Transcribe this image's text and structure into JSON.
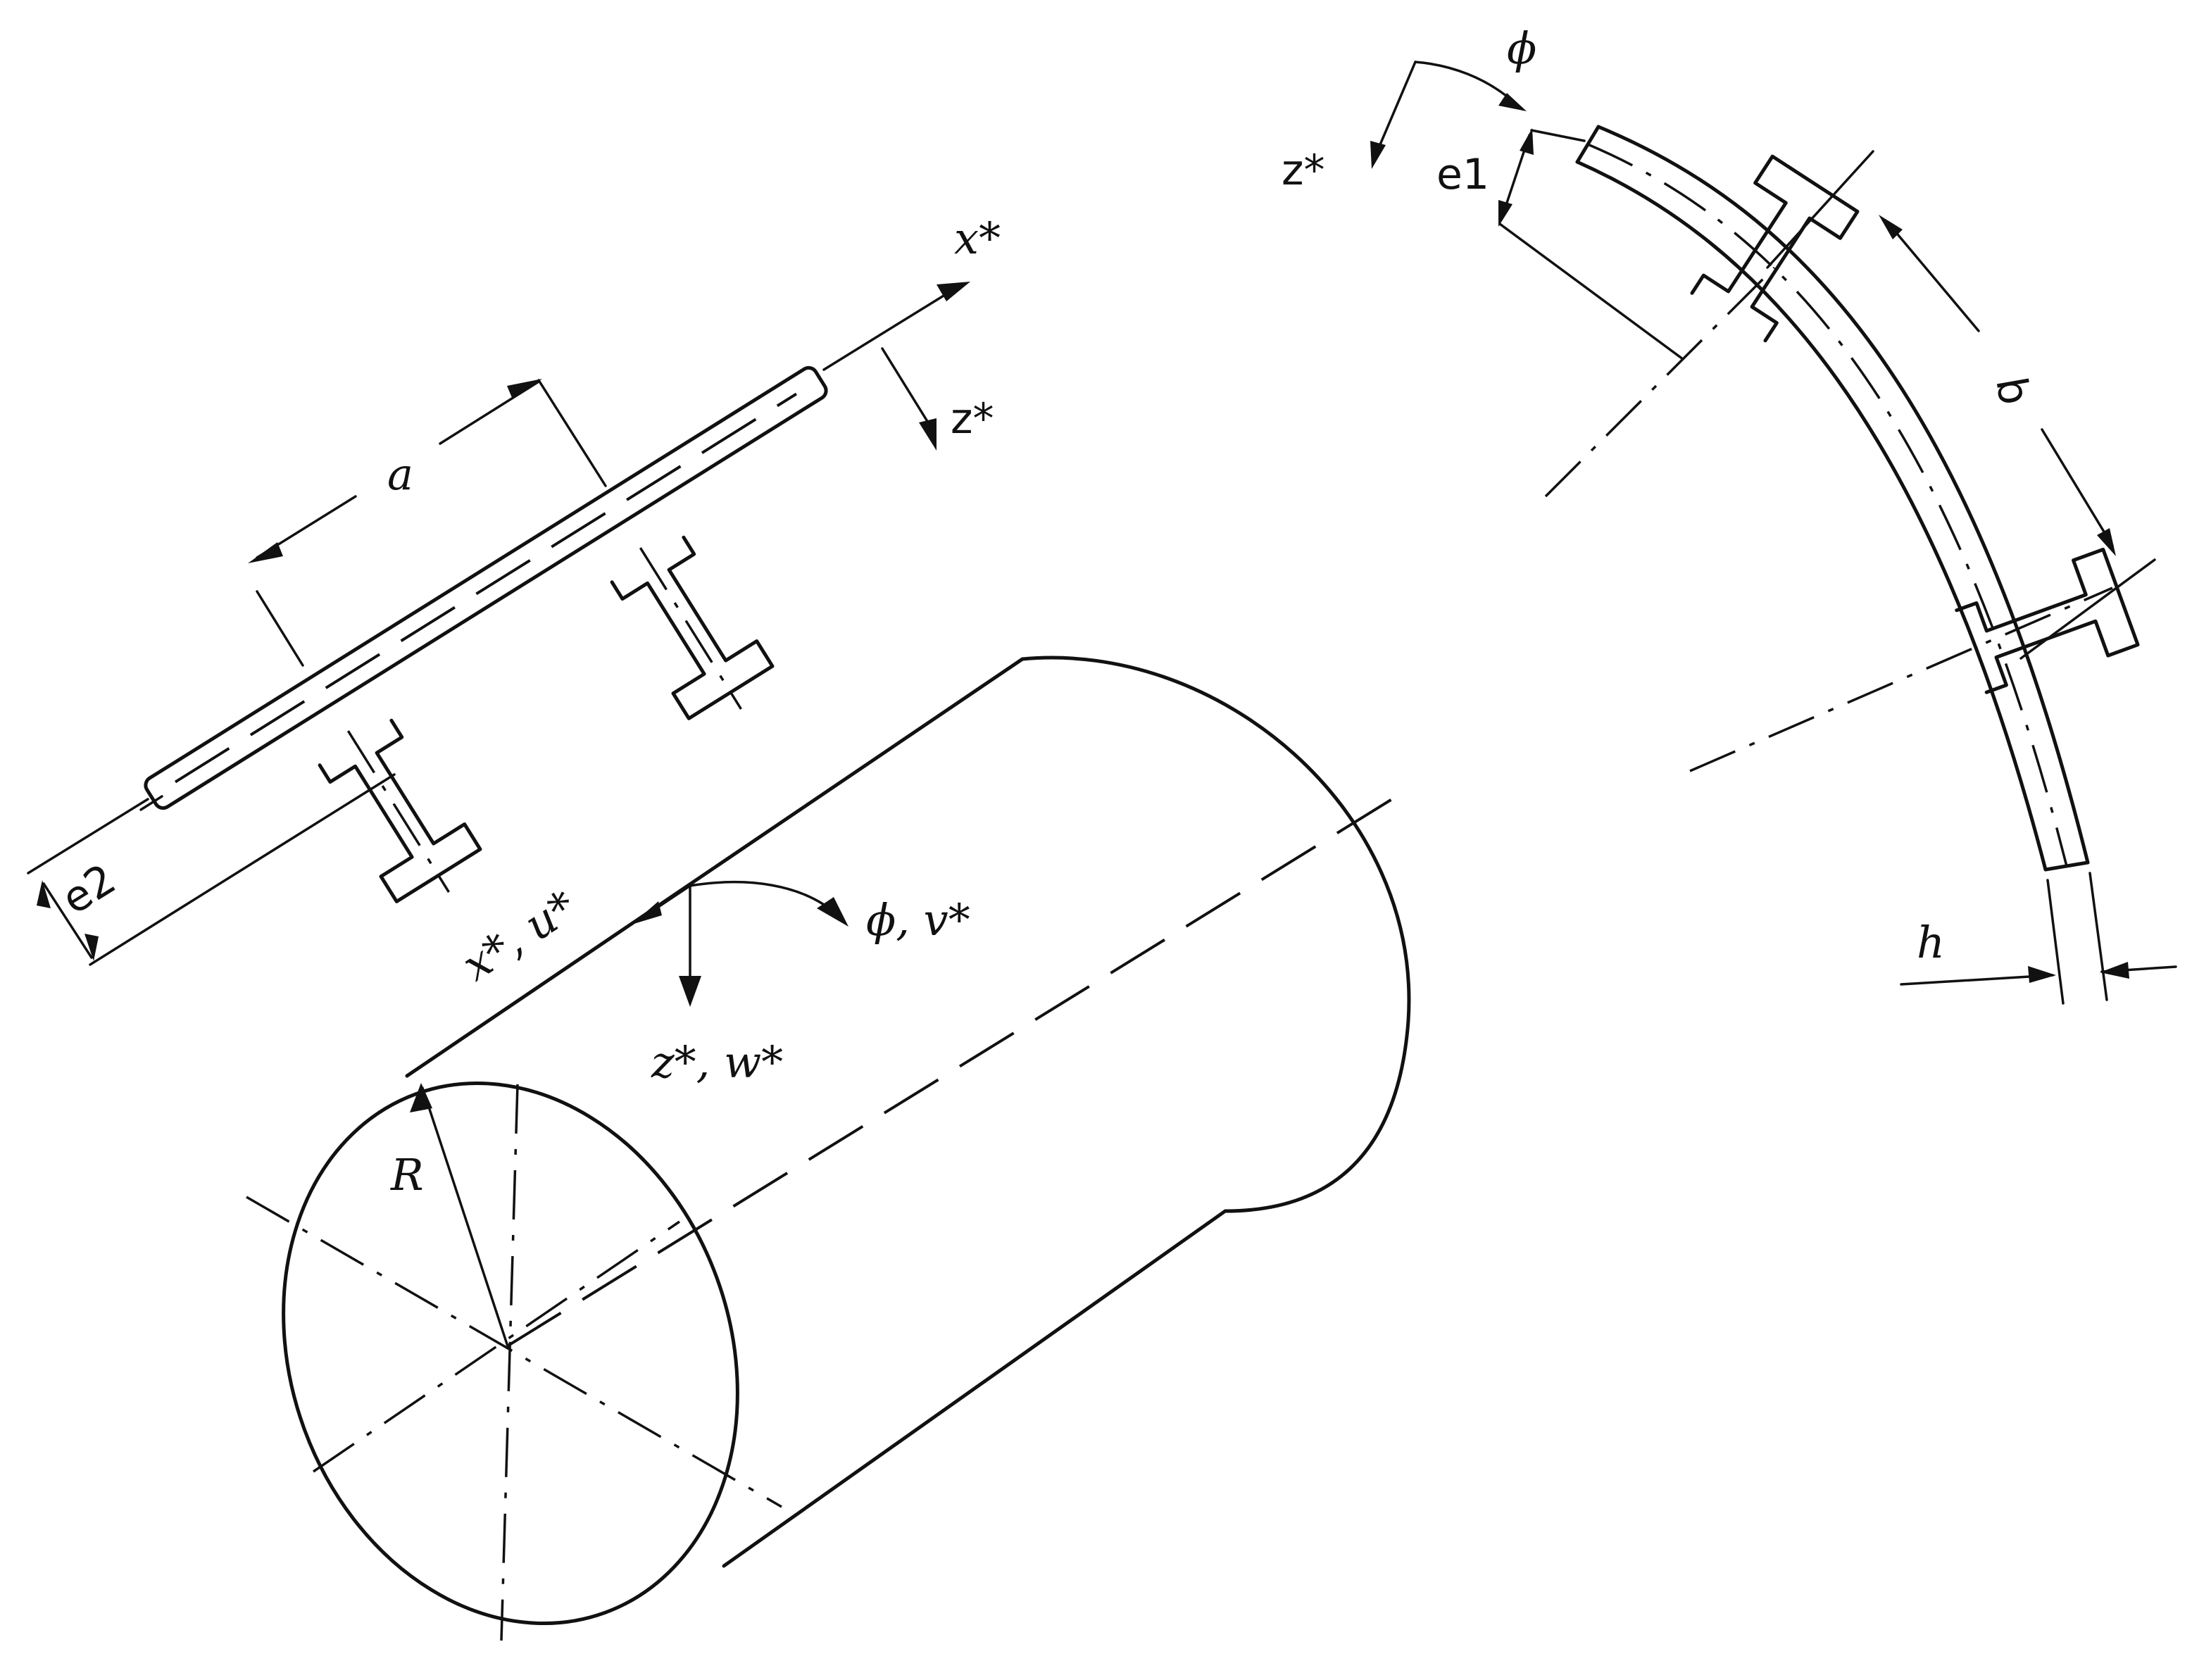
{
  "labels": {
    "section_x_axis": "x*",
    "section_z_axis": "z*",
    "stiffener_spacing_a": "a",
    "eccentricity_e2": "e2",
    "arc_angle": "ϕ",
    "arc_z_axis": "z*",
    "eccentricity_e1": "e1",
    "ring_spacing_b": "b",
    "thickness_h": "h",
    "shell_axial": "x*, u*",
    "shell_circumferential": "ϕ, v*",
    "shell_radial": "z*, w*",
    "radius": "R"
  },
  "colors": {
    "ink": "#111111",
    "paper": "#ffffff"
  }
}
